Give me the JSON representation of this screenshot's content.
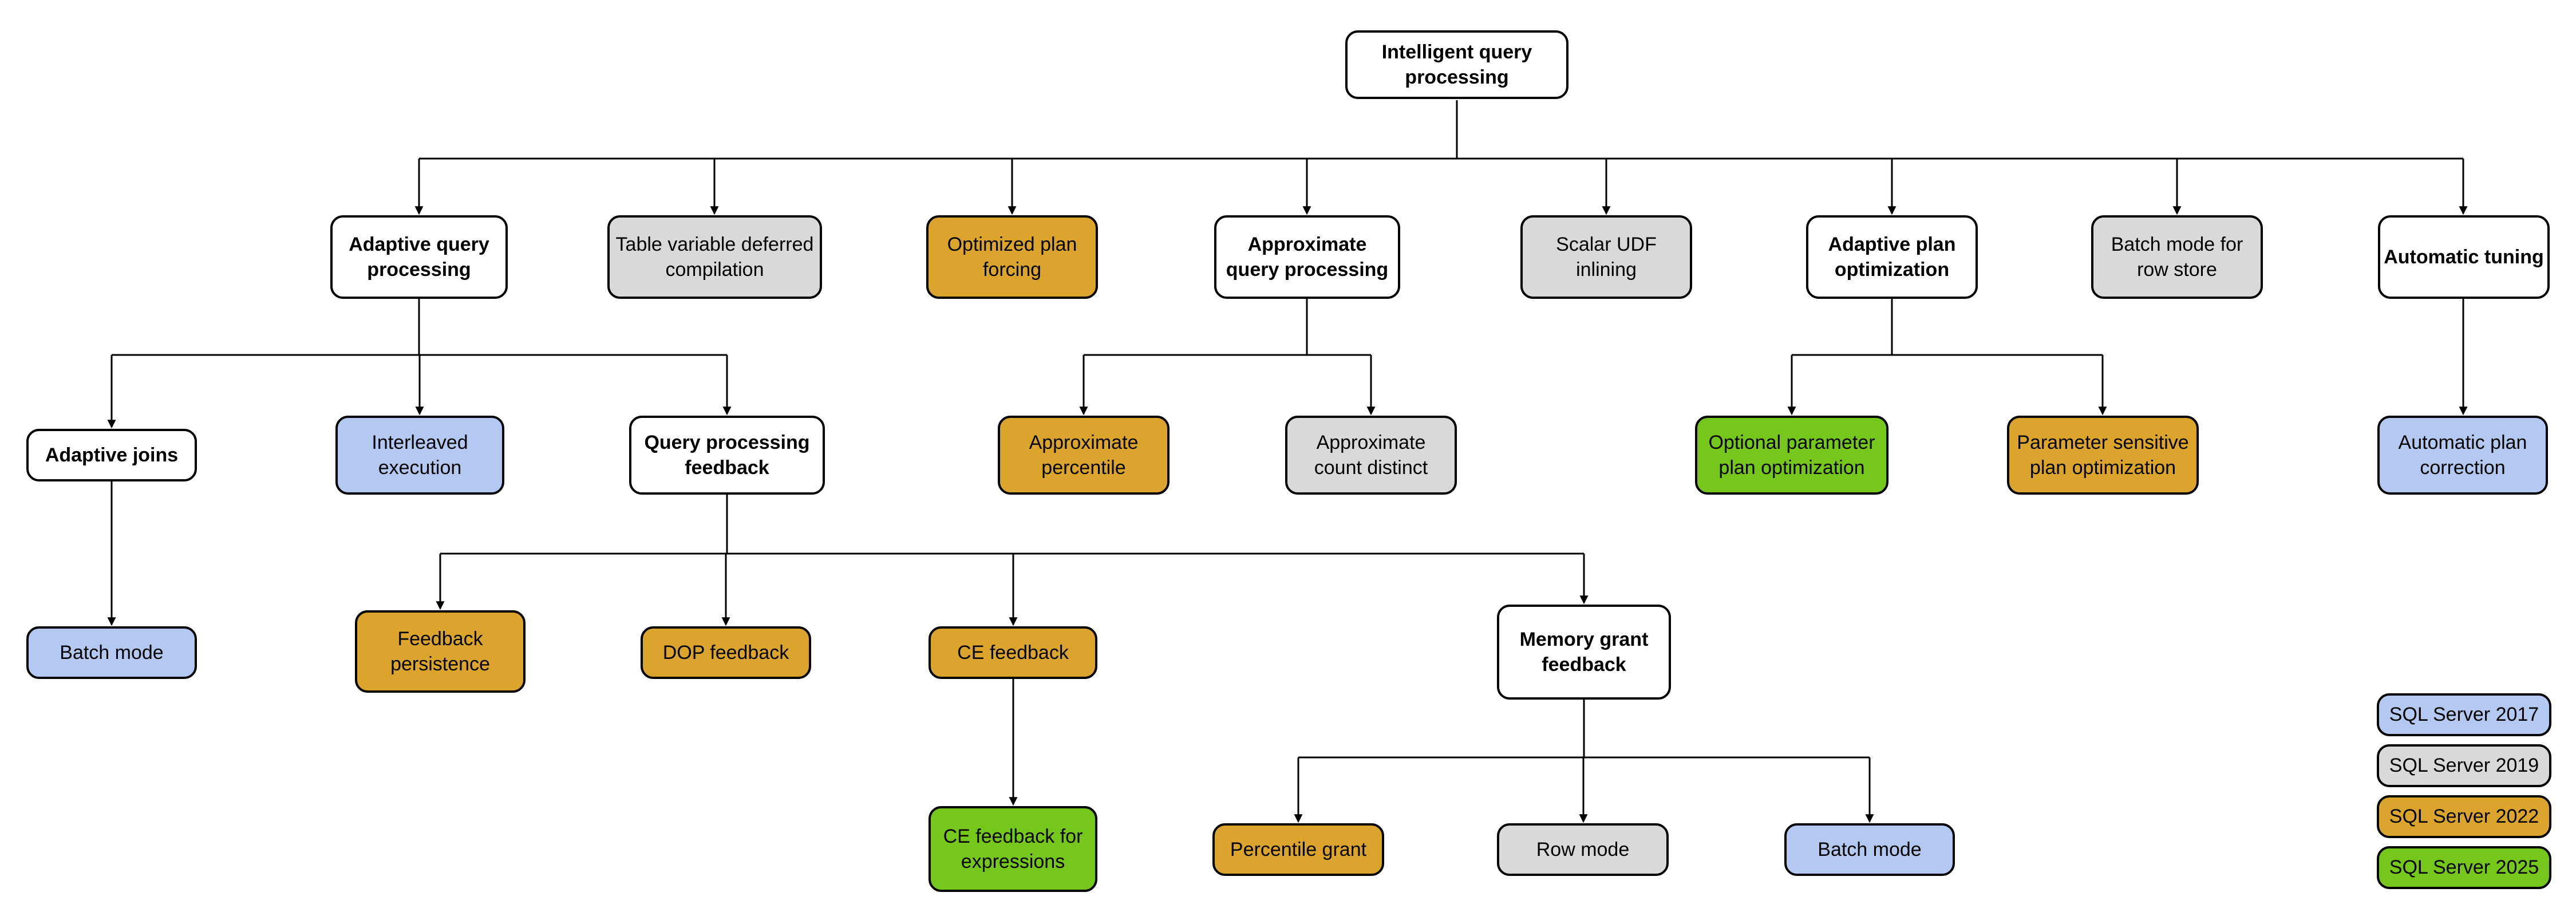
{
  "diagram": {
    "title": "Intelligent query processing",
    "colors": {
      "parent": "#FFFFFF",
      "v2017": "#B3C9F1",
      "v2019": "#D9D9D9",
      "v2022": "#DBA42C",
      "v2025": "#76C71C",
      "line": "#000000"
    },
    "nodes": [
      {
        "id": "intelligent-query-processing",
        "label": "Intelligent query processing",
        "category": "parent",
        "parent": null
      },
      {
        "id": "adaptive-query-processing",
        "label": "Adaptive query processing",
        "category": "parent",
        "parent": "intelligent-query-processing"
      },
      {
        "id": "table-variable-deferred-compilation",
        "label": "Table variable deferred compilation",
        "category": "v2019",
        "parent": "intelligent-query-processing"
      },
      {
        "id": "optimized-plan-forcing",
        "label": "Optimized plan forcing",
        "category": "v2022",
        "parent": "intelligent-query-processing"
      },
      {
        "id": "approximate-query-processing",
        "label": "Approximate query processing",
        "category": "parent",
        "parent": "intelligent-query-processing"
      },
      {
        "id": "scalar-udf-inlining",
        "label": "Scalar UDF inlining",
        "category": "v2019",
        "parent": "intelligent-query-processing"
      },
      {
        "id": "adaptive-plan-optimization",
        "label": "Adaptive plan optimization",
        "category": "parent",
        "parent": "intelligent-query-processing"
      },
      {
        "id": "batch-mode-for-row-store",
        "label": "Batch mode for row store",
        "category": "v2019",
        "parent": "intelligent-query-processing"
      },
      {
        "id": "automatic-tuning",
        "label": "Automatic tuning",
        "category": "parent",
        "parent": "intelligent-query-processing"
      },
      {
        "id": "adaptive-joins",
        "label": "Adaptive joins",
        "category": "parent",
        "parent": "adaptive-query-processing"
      },
      {
        "id": "interleaved-execution",
        "label": "Interleaved execution",
        "category": "v2017",
        "parent": "adaptive-query-processing"
      },
      {
        "id": "query-processing-feedback",
        "label": "Query processing feedback",
        "category": "parent",
        "parent": "adaptive-query-processing"
      },
      {
        "id": "approximate-percentile",
        "label": "Approximate percentile",
        "category": "v2022",
        "parent": "approximate-query-processing"
      },
      {
        "id": "approximate-count-distinct",
        "label": "Approximate count distinct",
        "category": "v2019",
        "parent": "approximate-query-processing"
      },
      {
        "id": "optional-parameter-plan-optimization",
        "label": "Optional parameter plan optimization",
        "category": "v2025",
        "parent": "adaptive-plan-optimization"
      },
      {
        "id": "parameter-sensitive-plan-optimization",
        "label": "Parameter sensitive plan optimization",
        "category": "v2022",
        "parent": "adaptive-plan-optimization"
      },
      {
        "id": "automatic-plan-correction",
        "label": "Automatic plan correction",
        "category": "v2017",
        "parent": "automatic-tuning"
      },
      {
        "id": "batch-mode-adaptive-joins",
        "label": "Batch mode",
        "category": "v2017",
        "parent": "adaptive-joins"
      },
      {
        "id": "feedback-persistence",
        "label": "Feedback persistence",
        "category": "v2022",
        "parent": "query-processing-feedback"
      },
      {
        "id": "dop-feedback",
        "label": "DOP feedback",
        "category": "v2022",
        "parent": "query-processing-feedback"
      },
      {
        "id": "ce-feedback",
        "label": "CE feedback",
        "category": "v2022",
        "parent": "query-processing-feedback"
      },
      {
        "id": "memory-grant-feedback",
        "label": "Memory grant feedback",
        "category": "parent",
        "parent": "query-processing-feedback"
      },
      {
        "id": "ce-feedback-for-expressions",
        "label": "CE feedback for expressions",
        "category": "v2025",
        "parent": "ce-feedback"
      },
      {
        "id": "percentile-grant",
        "label": "Percentile grant",
        "category": "v2022",
        "parent": "memory-grant-feedback"
      },
      {
        "id": "row-mode",
        "label": "Row mode",
        "category": "v2019",
        "parent": "memory-grant-feedback"
      },
      {
        "id": "batch-mode-memory-grant",
        "label": "Batch mode",
        "category": "v2017",
        "parent": "memory-grant-feedback"
      }
    ],
    "legend": [
      {
        "label": "SQL Server 2017",
        "category": "v2017"
      },
      {
        "label": "SQL Server 2019",
        "category": "v2019"
      },
      {
        "label": "SQL Server 2022",
        "category": "v2022"
      },
      {
        "label": "SQL Server 2025",
        "category": "v2025"
      }
    ]
  }
}
